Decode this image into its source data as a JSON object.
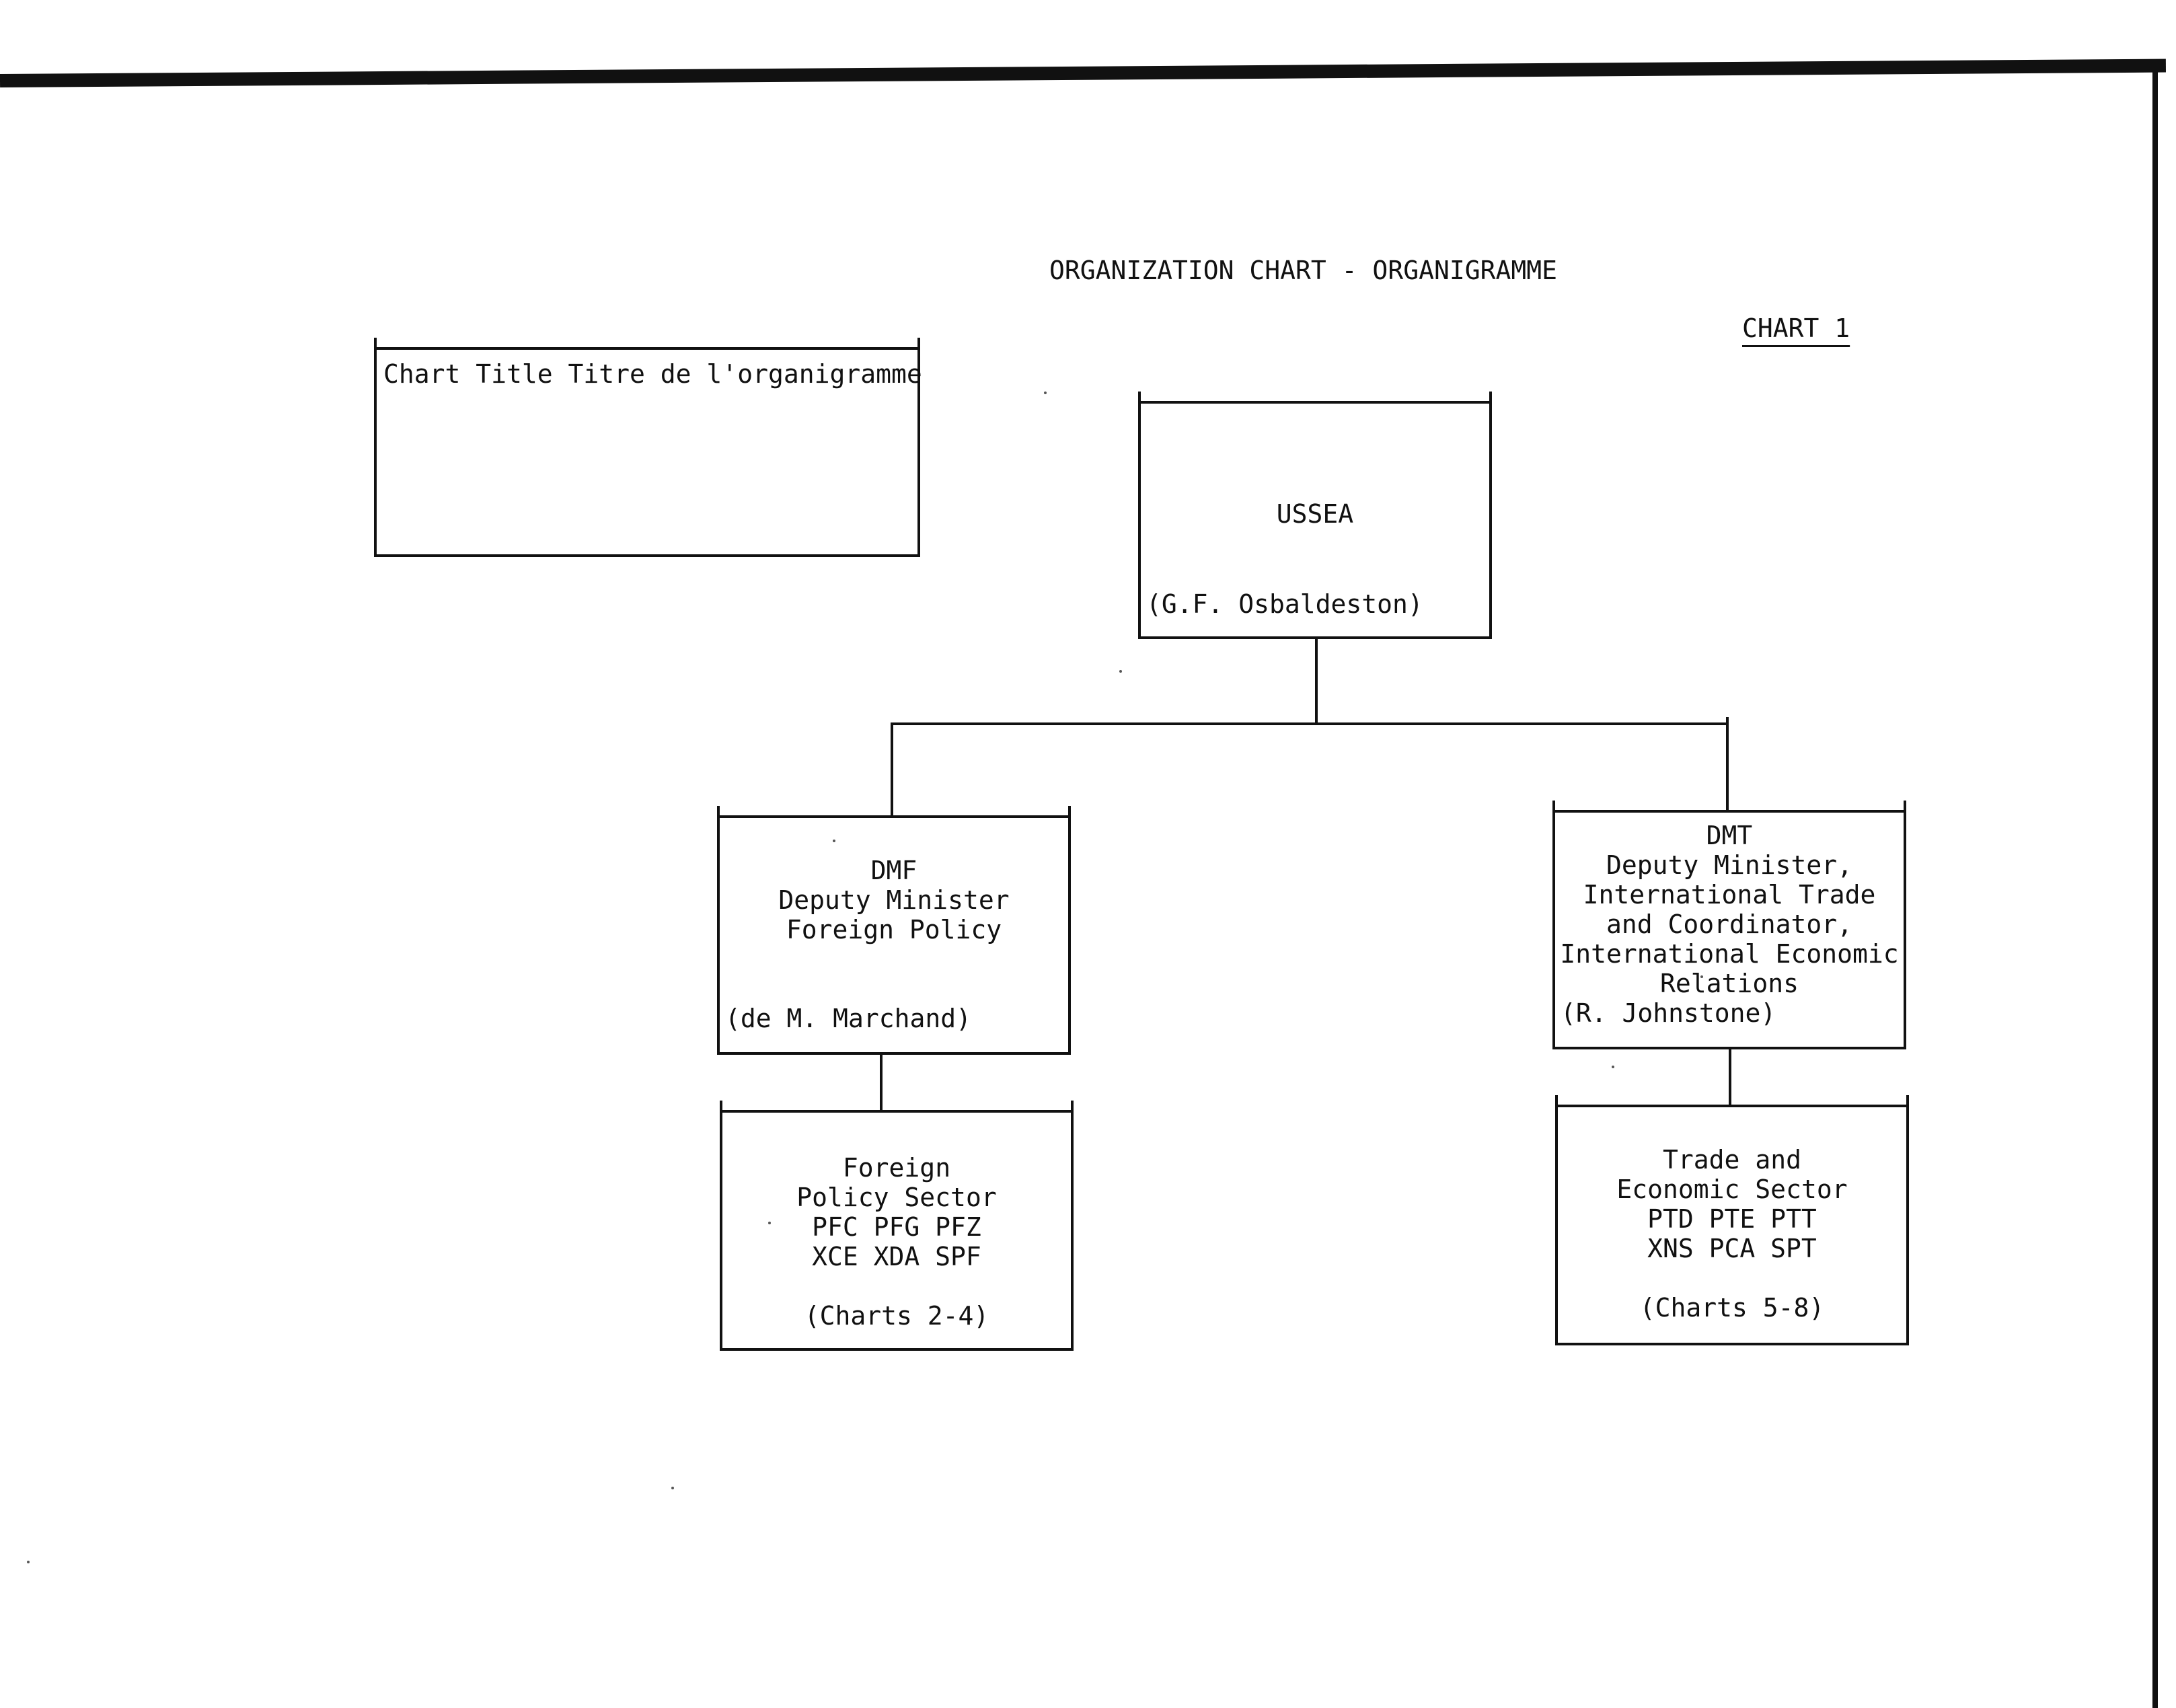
{
  "title": "ORGANIZATION CHART - ORGANIGRAMME",
  "chart_number": "CHART 1",
  "title_box": {
    "label": "Chart Title  Titre de l'organigramme"
  },
  "nodes": {
    "ussea": {
      "name": "USSEA",
      "person": "(G.F. Osbaldeston)"
    },
    "dmf": {
      "lines": [
        "DMF",
        "Deputy Minister",
        "Foreign Policy"
      ],
      "person": "(de M. Marchand)"
    },
    "dmt": {
      "lines": [
        "DMT",
        "Deputy Minister,",
        "International Trade",
        "and Coordinator,",
        "International Economic",
        "Relations"
      ],
      "person": "(R. Johnstone)"
    },
    "foreign_sector": {
      "lines": [
        "Foreign",
        "Policy Sector",
        "PFC PFG PFZ",
        "XCE XDA SPF"
      ],
      "charts": "(Charts 2-4)"
    },
    "trade_sector": {
      "lines": [
        "Trade and",
        "Economic Sector",
        "PTD PTE PTT",
        "XNS PCA SPT"
      ],
      "charts": "(Charts 5-8)"
    }
  }
}
